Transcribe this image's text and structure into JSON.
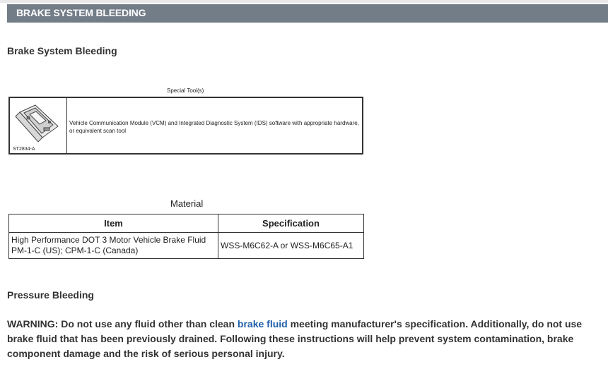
{
  "banner": {
    "title": "BRAKE SYSTEM BLEEDING"
  },
  "section": {
    "heading": "Brake System Bleeding"
  },
  "special_tools": {
    "caption": "Special Tool(s)",
    "tool_id": "ST2834-A",
    "description": "Vehicle Communication Module (VCM) and Integrated Diagnostic System (IDS) software with appropriate hardware, or equivalent scan tool",
    "icon": "vcm-scan-tool-icon"
  },
  "material": {
    "caption": "Material",
    "headers": [
      "Item",
      "Specification"
    ],
    "rows": [
      {
        "item_line1": "High Performance DOT 3 Motor Vehicle Brake Fluid",
        "item_line2": "PM-1-C (US); CPM-1-C (Canada)",
        "specification": "WSS-M6C62-A or WSS-M6C65-A1"
      }
    ]
  },
  "pressure": {
    "heading": "Pressure Bleeding",
    "warning_pre": "WARNING: Do not use any fluid other than clean ",
    "warning_link": "brake fluid",
    "warning_post": " meeting manufacturer's specification. Additionally, do not use brake fluid that has been previously drained. Following these instructions will help prevent system contamination, brake component damage and the risk of serious personal injury."
  },
  "colors": {
    "banner_bg": "#737d88",
    "link": "#1f5ea8"
  }
}
